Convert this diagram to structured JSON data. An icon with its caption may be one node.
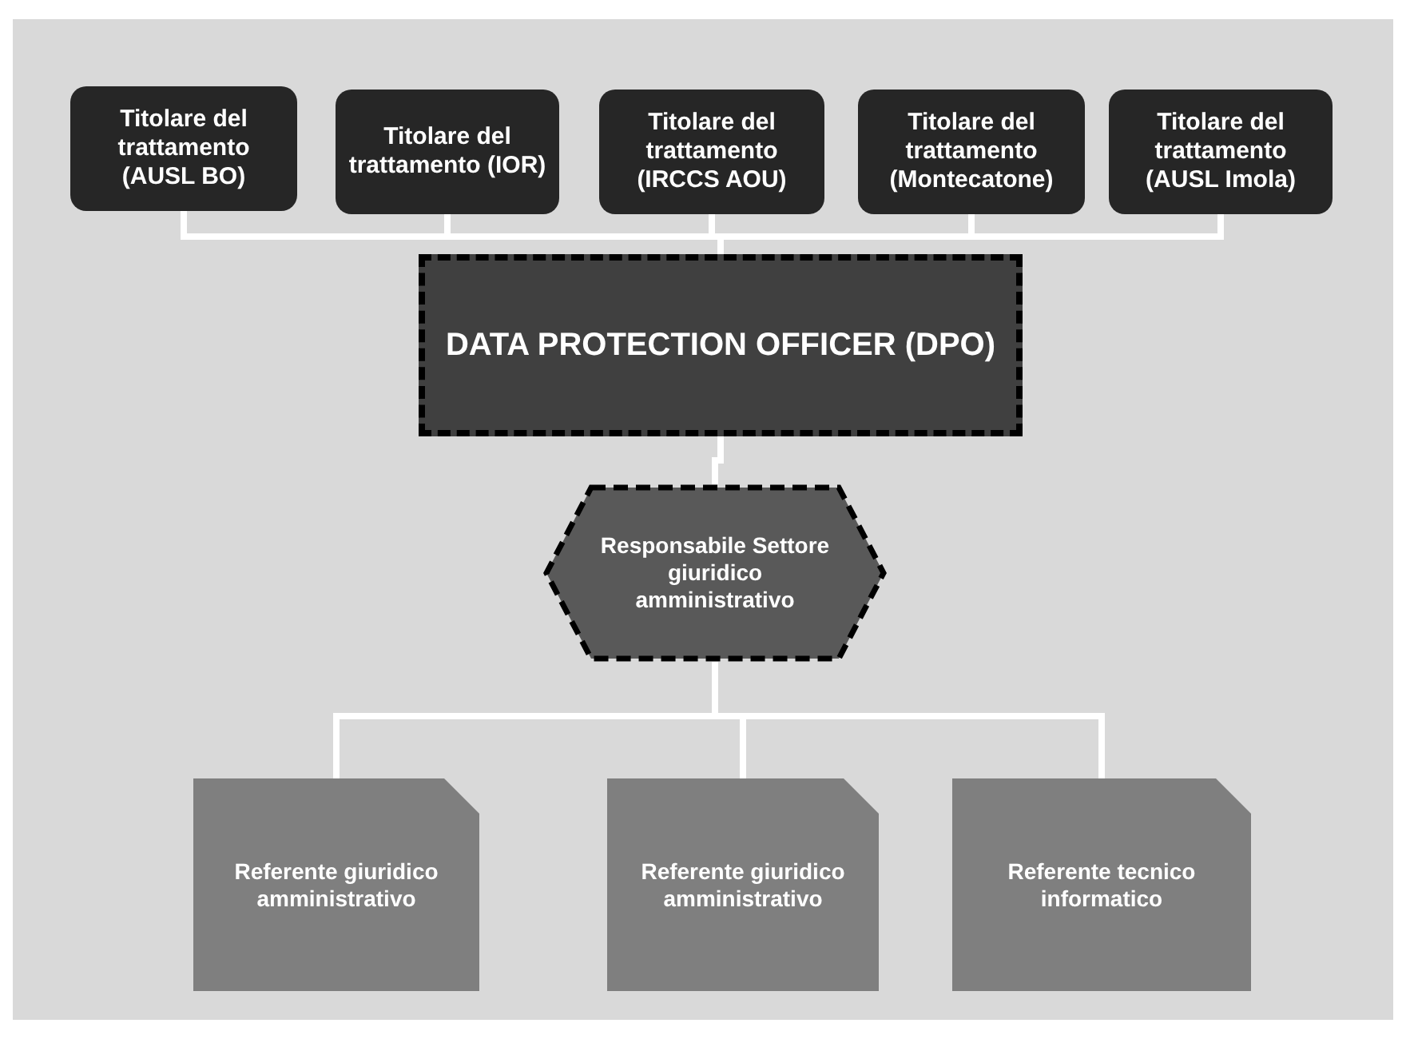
{
  "diagram": {
    "nodes": [
      {
        "text": [
          "Titolare del trattamento (AUSL BO)"
        ]
      },
      {
        "text": [
          "Titolare del trattamento (IOR)"
        ]
      },
      {
        "text": [
          "Titolare del trattamento (IRCCS AOU)"
        ]
      },
      {
        "text": [
          "Titolare del trattamento (Montecatone)"
        ]
      },
      {
        "text": [
          "Titolare del trattamento (AUSL Imola)"
        ]
      },
      {
        "text": [
          "DATA PROTECTION OFFICER (DPO)"
        ]
      },
      {
        "text": [
          "Responsabile Settore giuridico amministrativo"
        ]
      },
      {
        "text": [
          "Referente giuridico amministrativo"
        ]
      },
      {
        "text": [
          "Referente giuridico amministrativo"
        ]
      },
      {
        "text": [
          "Referente tecnico informatico"
        ]
      }
    ],
    "edges": [
      {
        "from": 0,
        "to": 5,
        "arrow": "none"
      },
      {
        "from": 1,
        "to": 5,
        "arrow": "none"
      },
      {
        "from": 2,
        "to": 5,
        "arrow": "none"
      },
      {
        "from": 3,
        "to": 5,
        "arrow": "none"
      },
      {
        "from": 4,
        "to": 5,
        "arrow": "none"
      },
      {
        "from": 5,
        "to": 6,
        "arrow": "none"
      },
      {
        "from": 6,
        "to": 7,
        "arrow": "none"
      },
      {
        "from": 6,
        "to": 8,
        "arrow": "none"
      },
      {
        "from": 6,
        "to": 9,
        "arrow": "none"
      }
    ]
  }
}
